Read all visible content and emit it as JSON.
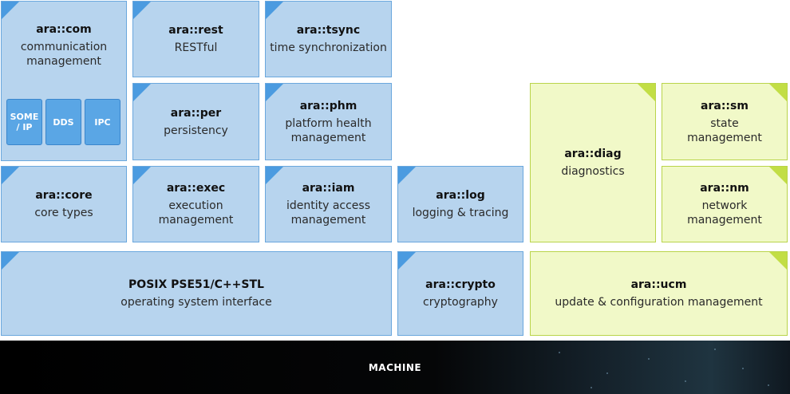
{
  "modules": {
    "com": {
      "title": "ara::com",
      "desc": "communication\nmanagement",
      "subs": [
        "SOME\n/ IP",
        "DDS",
        "IPC"
      ]
    },
    "rest": {
      "title": "ara::rest",
      "desc": "RESTful"
    },
    "tsync": {
      "title": "ara::tsync",
      "desc": "time synchronization"
    },
    "per": {
      "title": "ara::per",
      "desc": "persistency"
    },
    "phm": {
      "title": "ara::phm",
      "desc": "platform health\nmanagement"
    },
    "core": {
      "title": "ara::core",
      "desc": "core types"
    },
    "exec": {
      "title": "ara::exec",
      "desc": "execution\nmanagement"
    },
    "iam": {
      "title": "ara::iam",
      "desc": "identity access\nmanagement"
    },
    "log": {
      "title": "ara::log",
      "desc": "logging & tracing"
    },
    "posix": {
      "title": "POSIX PSE51/C++STL",
      "desc": "operating system interface"
    },
    "crypto": {
      "title": "ara::crypto",
      "desc": "cryptography"
    },
    "diag": {
      "title": "ara::diag",
      "desc": "diagnostics"
    },
    "sm": {
      "title": "ara::sm",
      "desc": "state\nmanagement"
    },
    "nm": {
      "title": "ara::nm",
      "desc": "network\nmanagement"
    },
    "ucm": {
      "title": "ara::ucm",
      "desc": "update & configuration management"
    }
  },
  "machine": {
    "label": "MACHINE"
  },
  "colors": {
    "blue_fill": "#b7d4ee",
    "blue_border": "#6aa7dd",
    "blue_corner": "#4b9be0",
    "green_fill": "#f1f9c8",
    "green_border": "#b9d44a",
    "green_corner": "#c2de45",
    "sub_fill": "#5aa6e5"
  }
}
